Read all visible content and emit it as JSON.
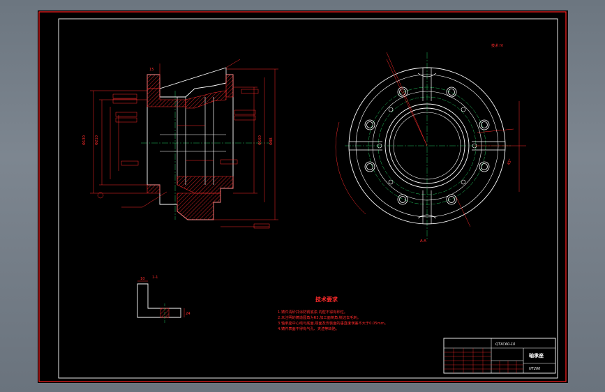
{
  "drawing": {
    "tech_requirements": {
      "title": "技术要求",
      "lines": [
        "1.铸件清砂并涂防锈底漆,内腔不得有砂粒。",
        "2.未注明的铸造圆角为R3,加工面倒角,锐边去毛刺。",
        "3.轴承座中心线与底面,端面及安装面的垂直度误差不大于0.05mm。",
        "4.铸件表面不得有气孔、夹渣等缺陷。"
      ]
    },
    "title_block": {
      "part_name": "轴承座",
      "drawing_no": "QTXC60-10",
      "material": "HT200"
    },
    "section_label": "1-1",
    "detail_note": "技术 IV",
    "annotations": {
      "top_dim": "15",
      "dia_labels": [
        "Φ130",
        "Φ210",
        "Φ160",
        "Φ88"
      ],
      "section_ref": "A-A",
      "angle_label": "45°",
      "section_dim": "10",
      "section_dim2": "24"
    }
  },
  "colors": {
    "sheet_bg": "#000000",
    "frame": "#ff2020",
    "geometry": "#ffffff",
    "dimension": "#ff2b2b",
    "centerline": "#22c55e",
    "hatch": "#ff2b2b"
  }
}
